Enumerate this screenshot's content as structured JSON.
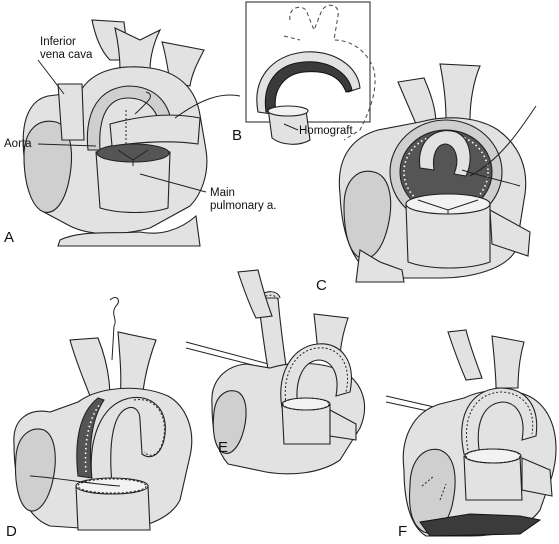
{
  "labels": {
    "ivc": "Inferior\nvena cava",
    "aorta": "Aorta",
    "mpa": "Main\npulmonary a.",
    "homograft": "Homograft"
  },
  "panels": [
    "A",
    "B",
    "C",
    "D",
    "E",
    "F"
  ]
}
